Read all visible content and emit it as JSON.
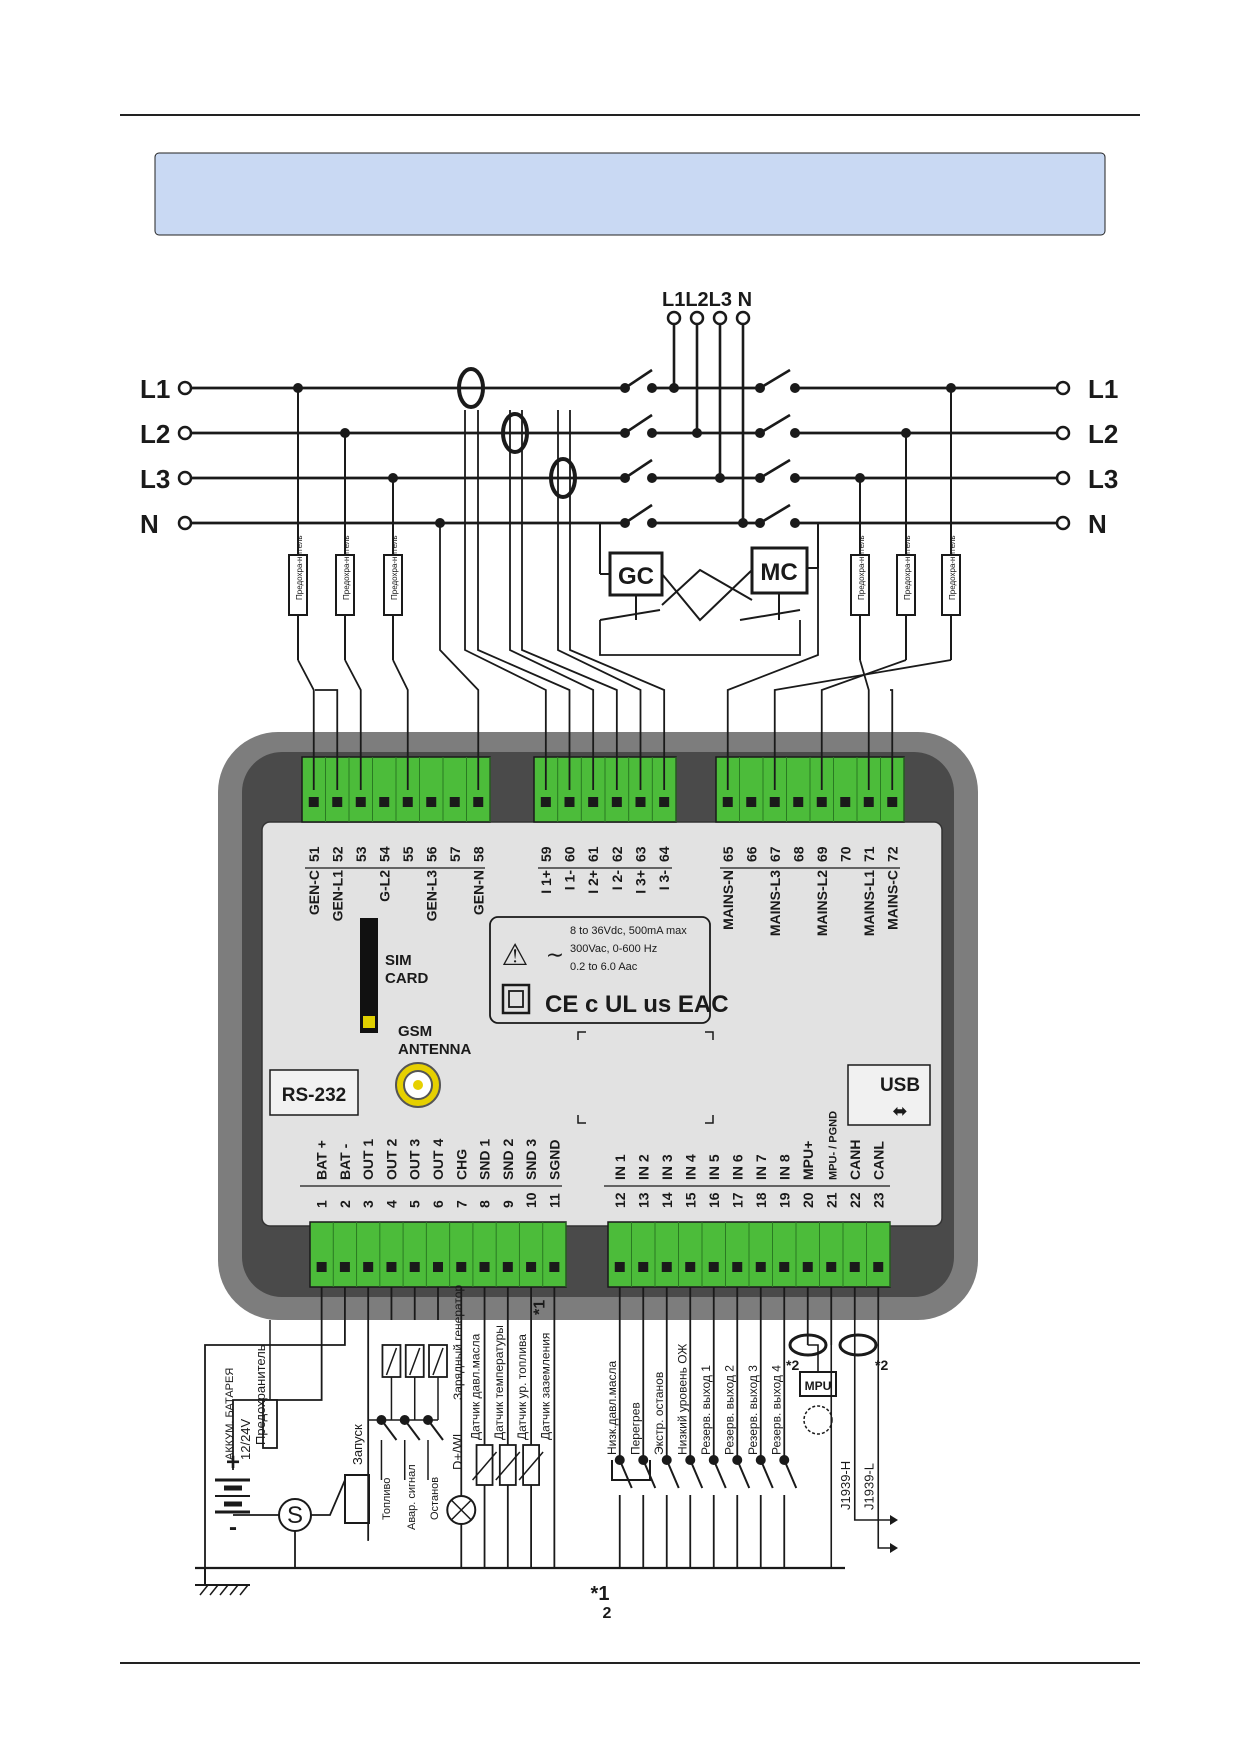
{
  "lines": [
    "L1",
    "L2",
    "L3",
    "N"
  ],
  "mains_header": "L1L2L3 N",
  "contactors": {
    "gen": "GC",
    "mains": "MC"
  },
  "fuse_label": "Предохра-нитель",
  "top_terminals": {
    "gen": {
      "numbers": [
        "51",
        "52",
        "53",
        "54",
        "55",
        "56",
        "57",
        "58"
      ],
      "names": [
        "GEN-C",
        "GEN-L1",
        "",
        "G-L2",
        "",
        "GEN-L3",
        "",
        "GEN-N"
      ]
    },
    "ct": {
      "numbers": [
        "59",
        "60",
        "61",
        "62",
        "63",
        "64"
      ],
      "names": [
        "I 1+",
        "I 1-",
        "I 2+",
        "I 2-",
        "I 3+",
        "I 3-"
      ]
    },
    "mains": {
      "numbers": [
        "65",
        "66",
        "67",
        "68",
        "69",
        "70",
        "71",
        "72"
      ],
      "names": [
        "MAINS-N",
        "",
        "MAINS-L3",
        "",
        "MAINS-L2",
        "",
        "MAINS-L1",
        "MAINS-C"
      ]
    }
  },
  "bottom_terminals": {
    "left": {
      "numbers": [
        "1",
        "2",
        "3",
        "4",
        "5",
        "6",
        "7",
        "8",
        "9",
        "10",
        "11"
      ],
      "names": [
        "BAT +",
        "BAT -",
        "OUT 1",
        "OUT 2",
        "OUT 3",
        "OUT 4",
        "CHG",
        "SND 1",
        "SND 2",
        "SND 3",
        "SGND"
      ]
    },
    "right": {
      "numbers": [
        "12",
        "13",
        "14",
        "15",
        "16",
        "17",
        "18",
        "19",
        "20",
        "21",
        "22",
        "23"
      ],
      "names": [
        "IN 1",
        "IN 2",
        "IN 3",
        "IN 4",
        "IN 5",
        "IN 6",
        "IN 7",
        "IN 8",
        "MPU+",
        "MPU- / PGND",
        "CANH",
        "CANL"
      ]
    }
  },
  "panel": {
    "sim": "SIM\nCARD",
    "gsm": "GSM\nANTENNA",
    "rs232": "RS-232",
    "usb": "USB",
    "rating_dc": "8 to 36Vdc, 500mA max",
    "rating_ac_v": "300Vac, 0-600 Hz",
    "rating_ac_i": "0.2 to 6.0 Aac",
    "marks": "CE  c UL us  EAC"
  },
  "wiring_left": {
    "battery": "АККУМ. БАТАРЕЯ",
    "battery_v": "12/24V",
    "fuse": "Предохранитель",
    "start": "Запуск",
    "fuel": "Топливо",
    "alarm": "Авар. сигнал",
    "stop": "Останов",
    "d_wl": "D+/WL",
    "charge_gen": "Зарядный генератор",
    "oil_sensor": "Датчик давл.масла",
    "temp_sensor": "Датчик температуры",
    "fuel_sensor": "Датчик ур. топлива",
    "ground_sensor": "Датчик заземления",
    "starter": "S"
  },
  "wiring_right": {
    "inputs": [
      "Низк.давл.масла",
      "Перегрев",
      "Экстр. останов",
      "Низкий уровень ОЖ",
      "Резерв. выход 1",
      "Резерв. выход 2",
      "Резерв. выход 3",
      "Резерв. выход 4"
    ],
    "mpu": "MPU",
    "j1939h": "J1939-H",
    "j1939l": "J1939-L"
  },
  "notes": {
    "n1": "*1",
    "n2": "*2",
    "foot_1": "*1",
    "foot_2": "2"
  }
}
